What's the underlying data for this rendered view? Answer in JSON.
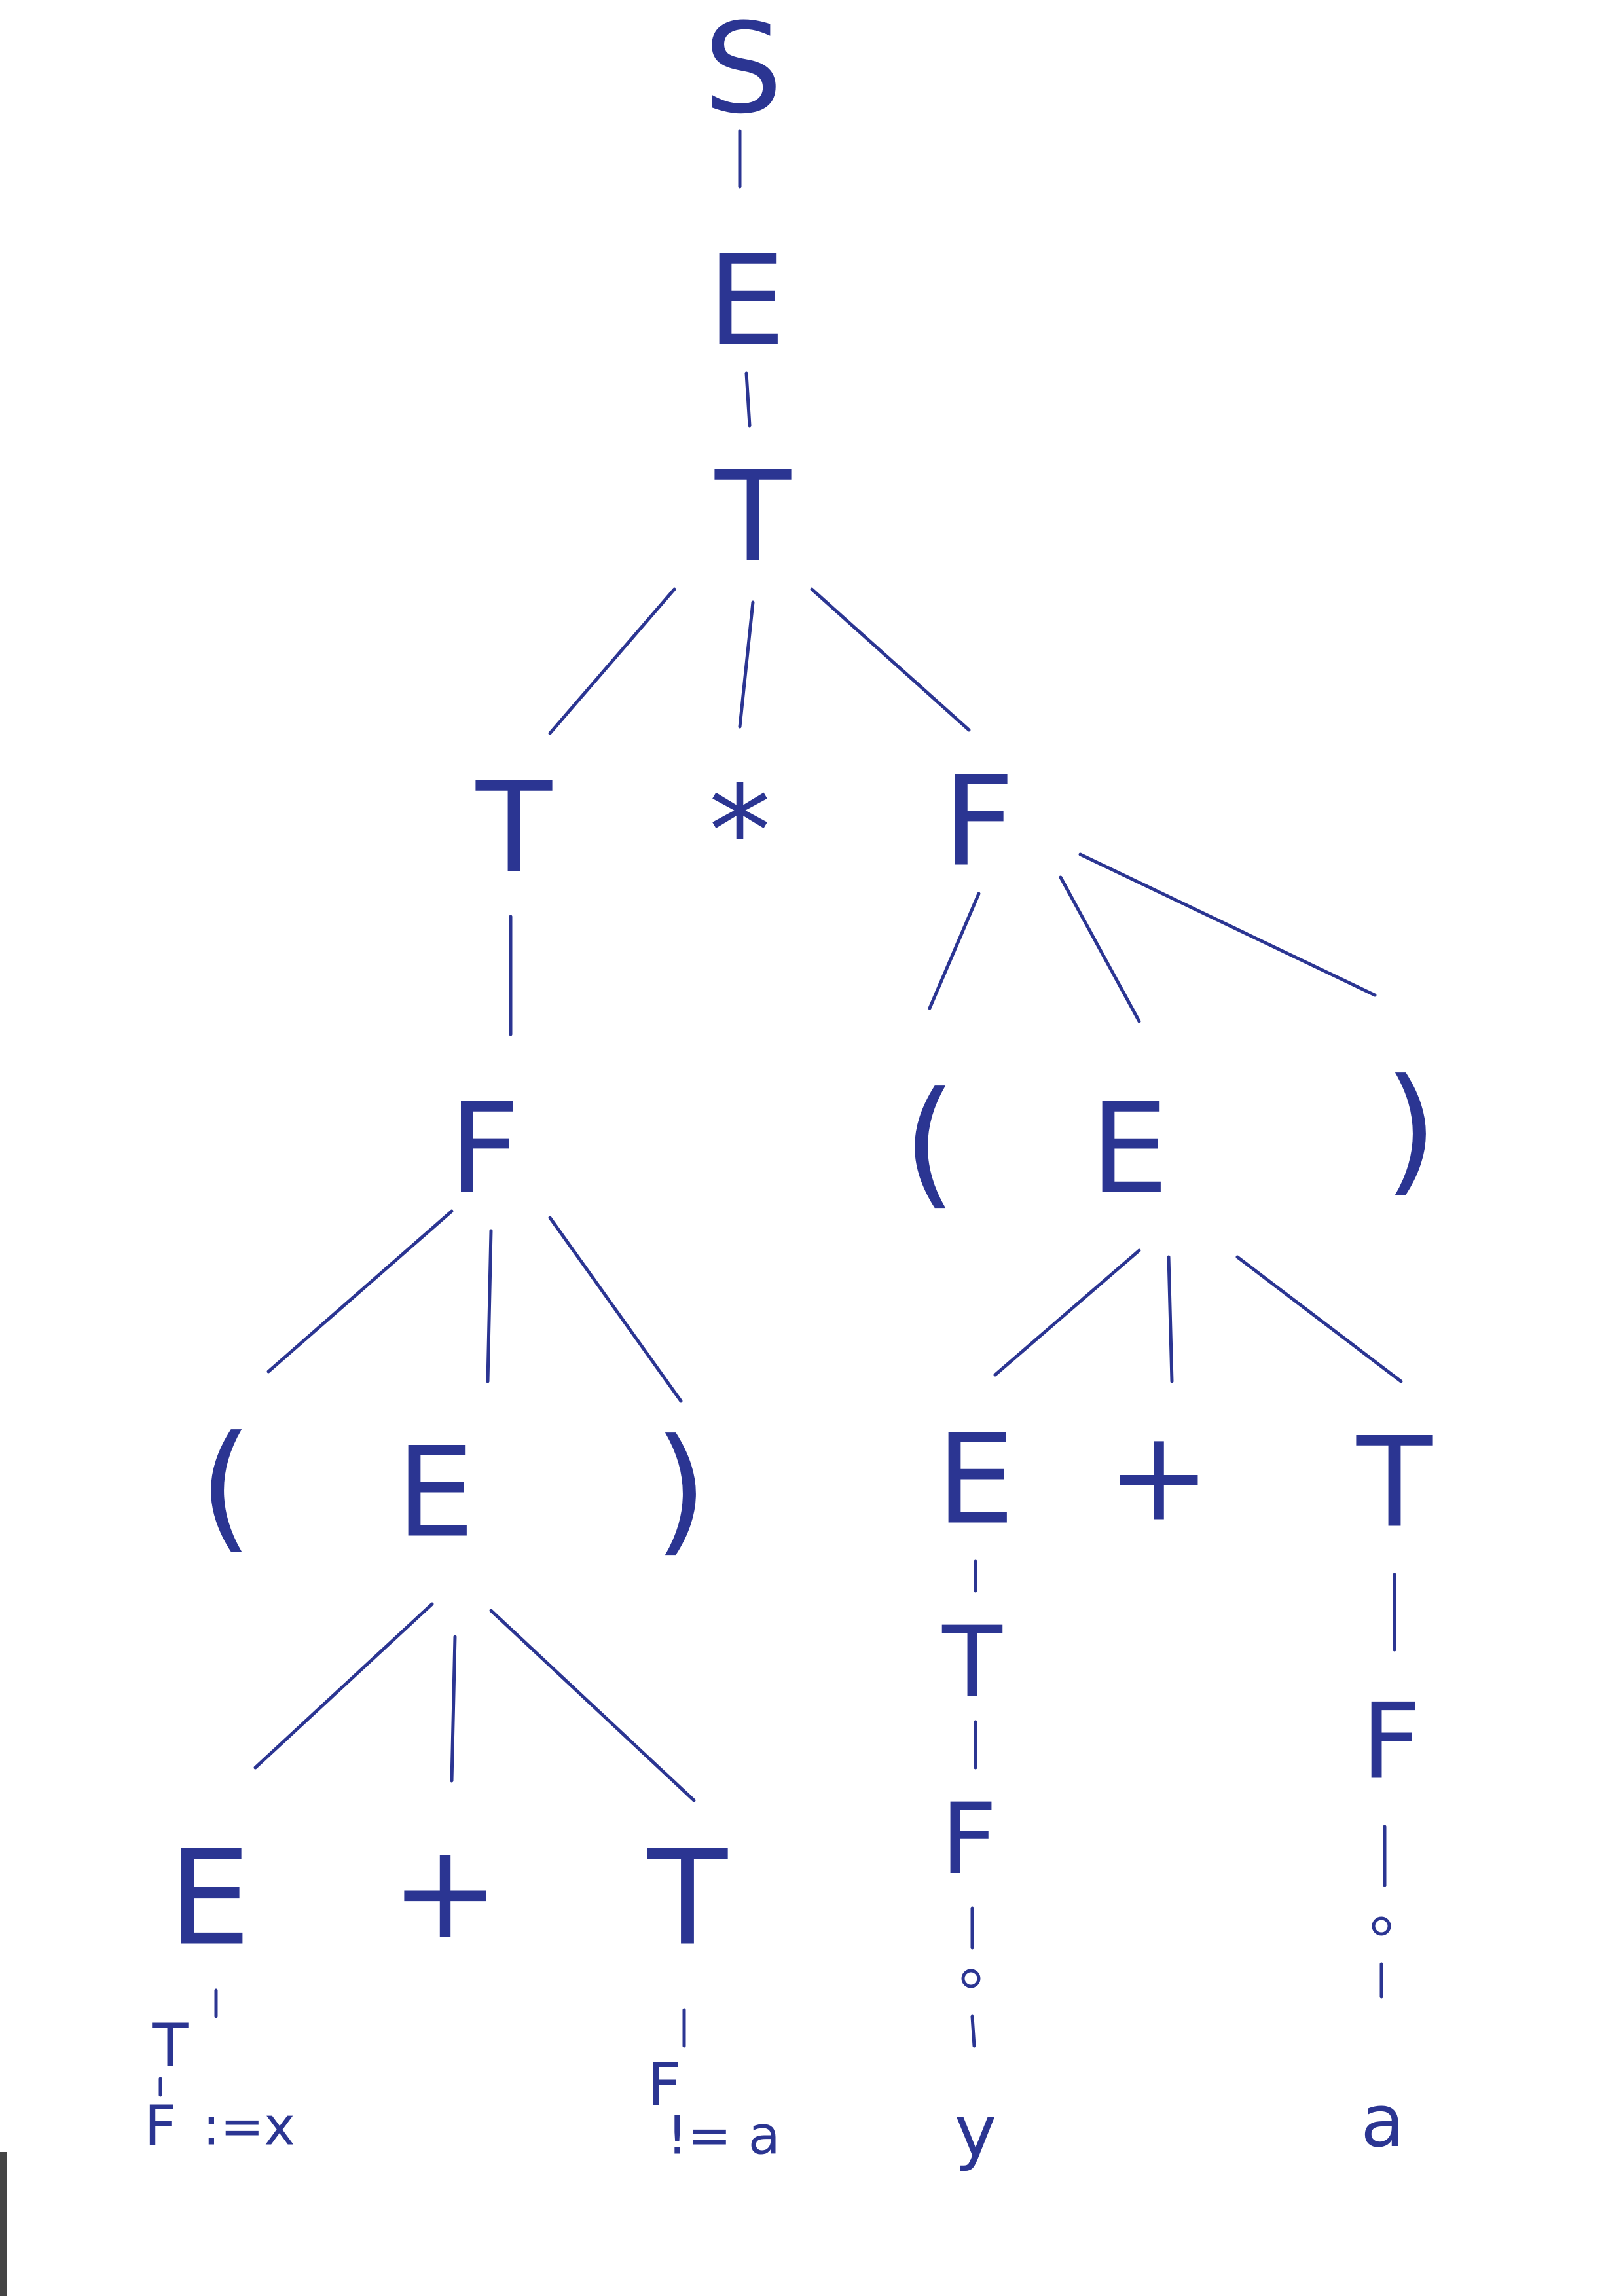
{
  "colors": {
    "ink": "#2b3592",
    "paper": "#ffffff"
  },
  "nodes": {
    "root_s": "S",
    "e1": "E",
    "t1": "T",
    "t2": "T",
    "times": "*",
    "f_right": "F",
    "f_left": "F",
    "lparen_left": "(",
    "e_left": "E",
    "rparen_left": ")",
    "lparen_right": "(",
    "e_right": "E",
    "rparen_right": ")",
    "e_ll": "E",
    "plus_left": "+",
    "t_lr": "T",
    "e_rl": "E",
    "plus_right": "+",
    "t_rr": "T",
    "t_e_ll": "T",
    "f_e_ll": "F",
    "leaf_x": ":=x",
    "f_t_lr": "F",
    "leaf_a_left": "!= a",
    "t_e_rl": "T",
    "f_e_rl": "F",
    "leaf_y": "y",
    "f_t_rr": "F",
    "leaf_a_right": "a"
  }
}
